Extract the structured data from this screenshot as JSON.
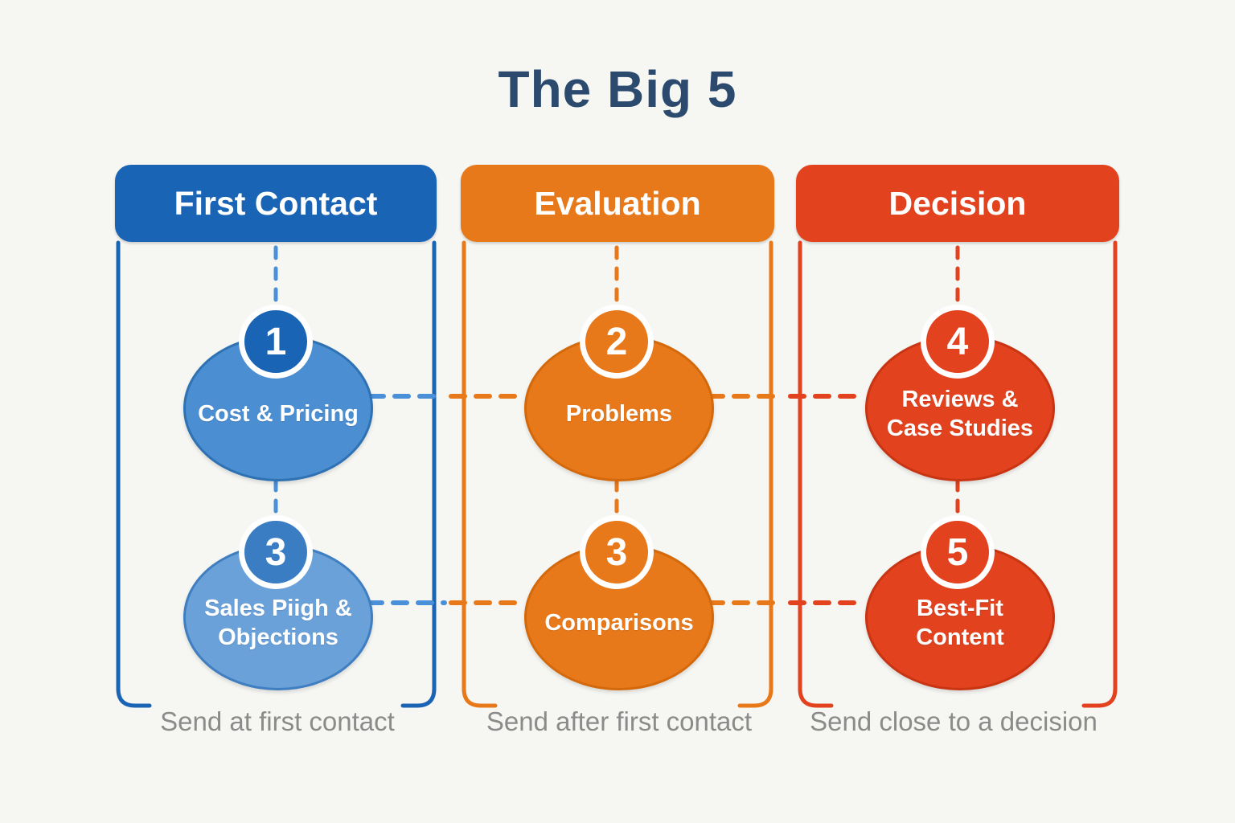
{
  "title": "The Big 5",
  "colors": {
    "background": "#f6f6f3",
    "title": "#2b4a6e",
    "caption": "#8b8b8b",
    "blue": "#1a64b5",
    "blue_dash": "#4a90d9",
    "blue_mid": "#4b8ed2",
    "blue_mid_border": "#2f72b4",
    "blue_light": "#6ba1d9",
    "blue_light_border": "#3f7fc1",
    "blue_circle_alt": "#3a7dc3",
    "orange": "#e8791a",
    "orange_border": "#d4690c",
    "red": "#e2421e",
    "red_border": "#c93512"
  },
  "columns": [
    {
      "header": "First Contact",
      "caption": "Send at first contact",
      "nodes": [
        {
          "number": "1",
          "label": "Cost & Pricing"
        },
        {
          "number": "3",
          "label": "Sales Piigh &\nObjections"
        }
      ]
    },
    {
      "header": "Evaluation",
      "caption": "Send after first contact",
      "nodes": [
        {
          "number": "2",
          "label": "Problems"
        },
        {
          "number": "3",
          "label": "Comparisons"
        }
      ]
    },
    {
      "header": "Decision",
      "caption": "Send close to a decision",
      "nodes": [
        {
          "number": "4",
          "label": "Reviews &\nCase Studies"
        },
        {
          "number": "5",
          "label": "Best-Fit\nContent"
        }
      ]
    }
  ]
}
